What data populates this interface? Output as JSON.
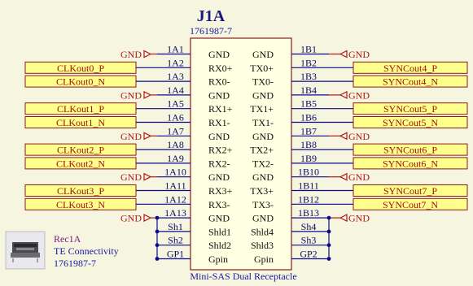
{
  "title": "J1A",
  "part_number": "1761987-7",
  "footer": "Mini-SAS Dual Receptacle",
  "gnd_label": "GND",
  "colors": {
    "background": "#f6f5e0",
    "body_fill": "#ffffe1",
    "body_stroke": "#8b1a1a",
    "wire": "#0a0a8a",
    "title": "#1a1a7a",
    "part_text": "#1a1aa0",
    "gnd": "#b01818",
    "net_fill": "#ffff8c",
    "net_stroke": "#8b1a1a",
    "net_text": "#a01010",
    "pin_text": "#0a0a6a",
    "junction": "#0a0a8a",
    "ref_text": "#7a1a7a"
  },
  "left_pins": [
    {
      "num": "1A1",
      "name": "GND",
      "net": "GND"
    },
    {
      "num": "1A2",
      "name": "RX0+",
      "net": "CLKout0_P"
    },
    {
      "num": "1A3",
      "name": "RX0-",
      "net": "CLKout0_N"
    },
    {
      "num": "1A4",
      "name": "GND",
      "net": "GND"
    },
    {
      "num": "1A5",
      "name": "RX1+",
      "net": "CLKout1_P"
    },
    {
      "num": "1A6",
      "name": "RX1-",
      "net": "CLKout1_N"
    },
    {
      "num": "1A7",
      "name": "GND",
      "net": "GND"
    },
    {
      "num": "1A8",
      "name": "RX2+",
      "net": "CLKout2_P"
    },
    {
      "num": "1A9",
      "name": "RX2-",
      "net": "CLKout2_N"
    },
    {
      "num": "1A10",
      "name": "GND",
      "net": "GND"
    },
    {
      "num": "1A11",
      "name": "RX3+",
      "net": "CLKout3_P"
    },
    {
      "num": "1A12",
      "name": "RX3-",
      "net": "CLKout3_N"
    },
    {
      "num": "1A13",
      "name": "GND",
      "net": "GND"
    },
    {
      "num": "Sh1",
      "name": "Shld1",
      "net": ""
    },
    {
      "num": "Sh2",
      "name": "Shld2",
      "net": ""
    },
    {
      "num": "GP1",
      "name": "Gpin",
      "net": ""
    }
  ],
  "right_pins": [
    {
      "num": "1B1",
      "name": "GND",
      "net": "GND"
    },
    {
      "num": "1B2",
      "name": "TX0+",
      "net": "SYNCout4_P"
    },
    {
      "num": "1B3",
      "name": "TX0-",
      "net": "SYNCout4_N"
    },
    {
      "num": "1B4",
      "name": "GND",
      "net": "GND"
    },
    {
      "num": "1B5",
      "name": "TX1+",
      "net": "SYNCout5_P"
    },
    {
      "num": "1B6",
      "name": "TX1-",
      "net": "SYNCout5_N"
    },
    {
      "num": "1B7",
      "name": "GND",
      "net": "GND"
    },
    {
      "num": "1B8",
      "name": "TX2+",
      "net": "SYNCout6_P"
    },
    {
      "num": "1B9",
      "name": "TX2-",
      "net": "SYNCout6_N"
    },
    {
      "num": "1B10",
      "name": "GND",
      "net": "GND"
    },
    {
      "num": "1B11",
      "name": "TX3+",
      "net": "SYNCout7_P"
    },
    {
      "num": "1B12",
      "name": "TX3-",
      "net": "SYNCout7_N"
    },
    {
      "num": "1B13",
      "name": "GND",
      "net": "GND"
    },
    {
      "num": "Sh4",
      "name": "Shld4",
      "net": ""
    },
    {
      "num": "Sh3",
      "name": "Shld3",
      "net": ""
    },
    {
      "num": "GP2",
      "name": "Gpin",
      "net": ""
    }
  ],
  "ref_block": {
    "ref": "Rec1A",
    "vendor": "TE Connectivity",
    "part": "1761987-7",
    "icon": "connector-photo-icon"
  }
}
